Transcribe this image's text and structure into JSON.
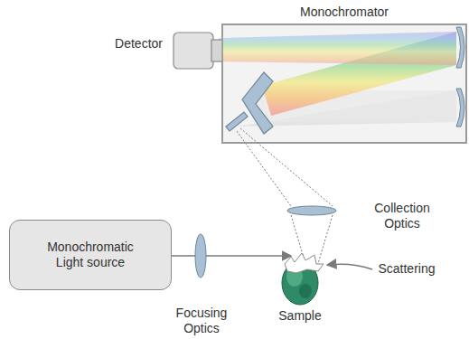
{
  "diagram": {
    "nodes": [
      {
        "text": [
          "Monochromator"
        ]
      },
      {
        "text": [
          "Detector"
        ]
      },
      {
        "text": [
          "Monochromatic Light source"
        ]
      }
    ],
    "labels": [
      "Collection Optics",
      "Focusing Optics",
      "Sample",
      "Scattering"
    ]
  }
}
